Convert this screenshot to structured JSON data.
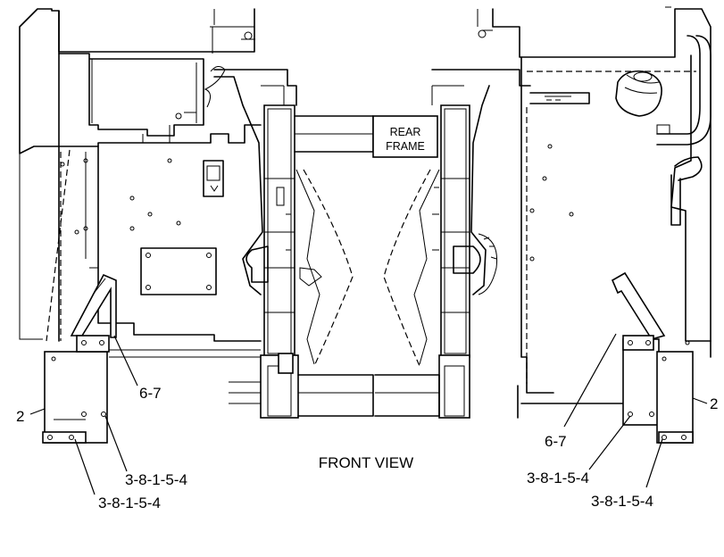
{
  "view_title": "FRONT VIEW",
  "frame_label": {
    "line1": "REAR",
    "line2": "FRAME"
  },
  "callouts": {
    "left_bracket_part": "6-7",
    "left_shield_part": "2",
    "left_bolt_upper": "3-8-1-5-4",
    "left_bolt_lower": "3-8-1-5-4",
    "right_bracket_part": "6-7",
    "right_shield_part": "2",
    "right_bolt_upper": "3-8-1-5-4",
    "right_bolt_lower": "3-8-1-5-4"
  }
}
